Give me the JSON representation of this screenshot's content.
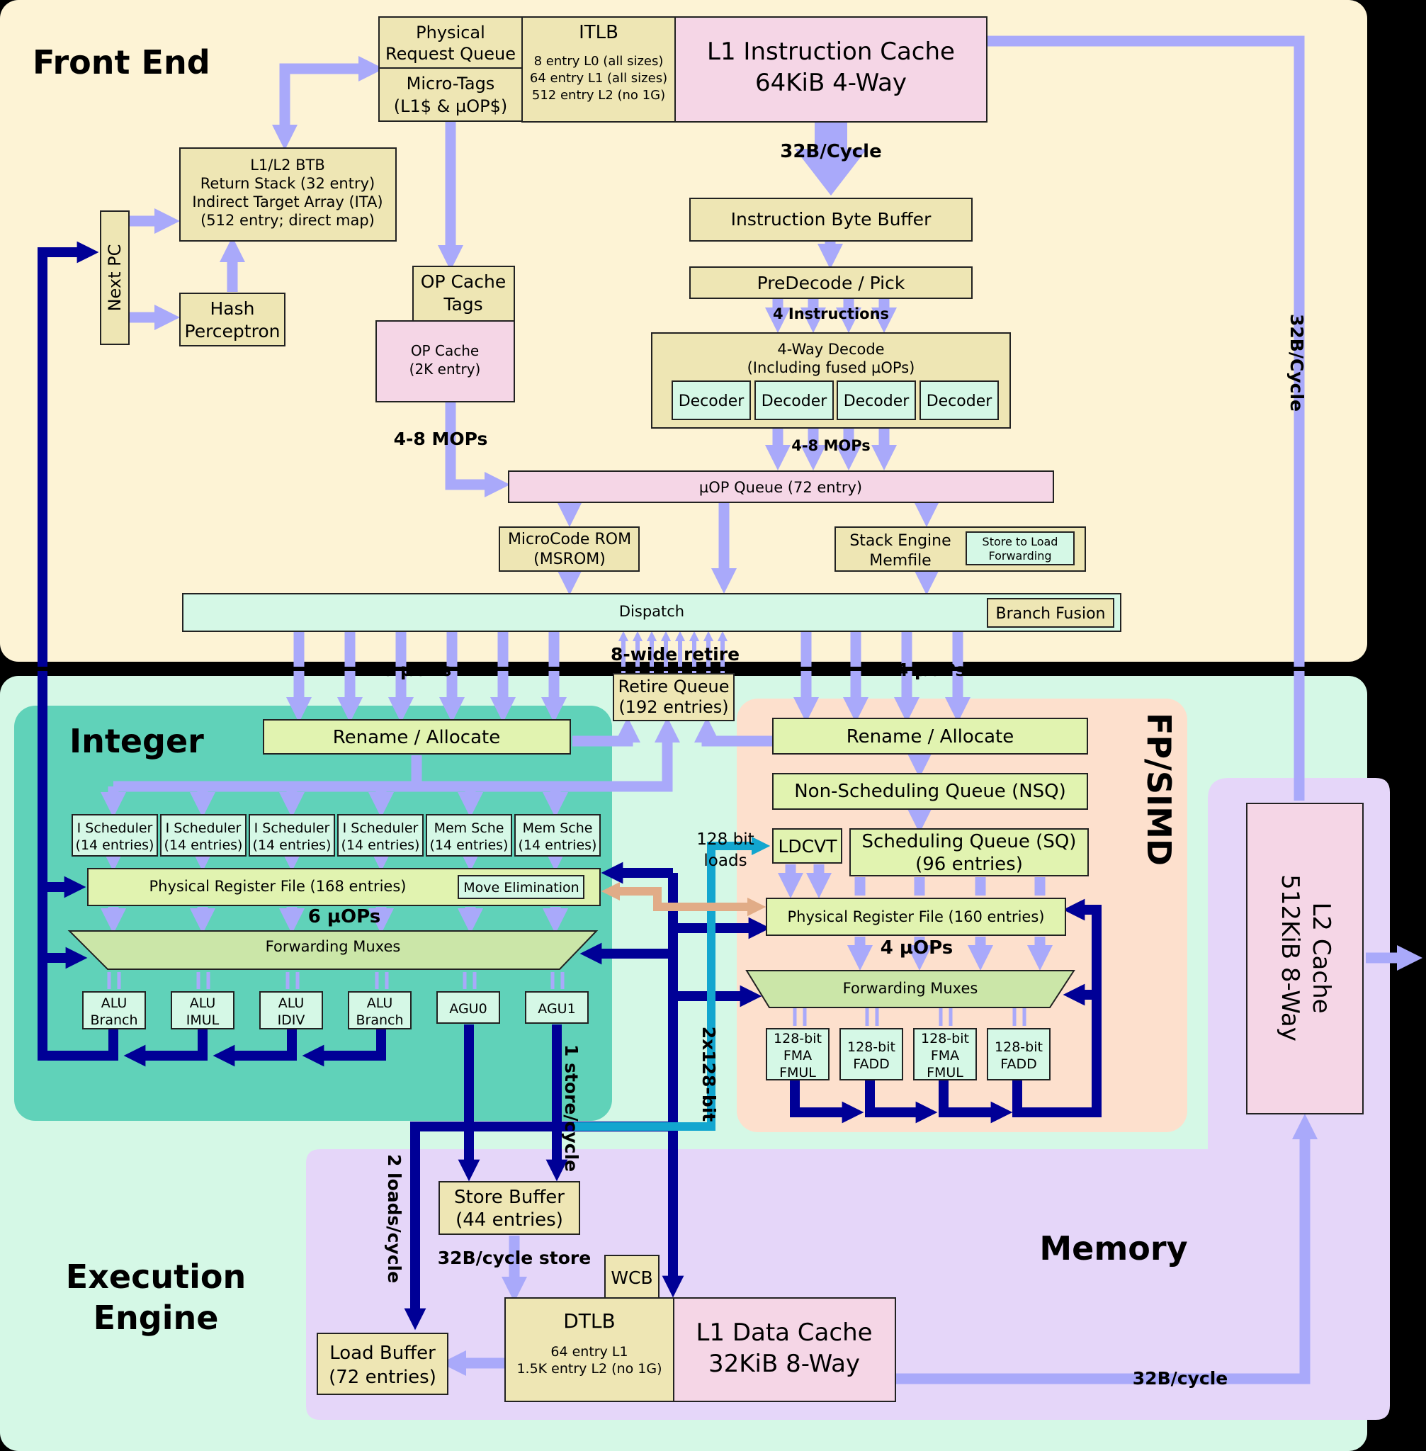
{
  "regions": {
    "front_end": "Front End",
    "execution_engine": [
      "Execution",
      "Engine"
    ],
    "integer": "Integer",
    "fp_simd": "FP/SIMD",
    "memory": "Memory"
  },
  "front_end": {
    "physical_request_queue": [
      "Physical",
      "Request Queue"
    ],
    "micro_tags": [
      "Micro-Tags",
      "(L1$ & µOP$)"
    ],
    "itlb": {
      "title": "ITLB",
      "lines": [
        "8 entry L0 (all sizes)",
        "64 entry L1 (all sizes)",
        "512 entry L2 (no 1G)"
      ]
    },
    "l1i": [
      "L1 Instruction Cache",
      "64KiB 4-Way"
    ],
    "btb": [
      "L1/L2 BTB",
      "Return Stack (32 entry)",
      "Indirect Target Array (ITA)",
      "(512 entry; direct map)"
    ],
    "next_pc": "Next PC",
    "hash_perceptron": [
      "Hash",
      "Perceptron"
    ],
    "op_cache_tags": [
      "OP Cache",
      "Tags"
    ],
    "op_cache": [
      "OP Cache",
      "(2K entry)"
    ],
    "instruction_byte_buffer": "Instruction Byte Buffer",
    "predecode": "PreDecode / Pick",
    "decode": {
      "title": [
        "4-Way Decode",
        "(Including fused µOPs)"
      ],
      "decoders": [
        "Decoder",
        "Decoder",
        "Decoder",
        "Decoder"
      ]
    },
    "uop_queue": "µOP Queue (72 entry)",
    "microcode_rom": [
      "MicroCode ROM",
      "(MSROM)"
    ],
    "stack_engine": [
      "Stack Engine",
      "Memfile"
    ],
    "store_to_load": [
      "Store to Load",
      "Forwarding"
    ],
    "dispatch": "Dispatch",
    "branch_fusion": "Branch Fusion"
  },
  "integer": {
    "rename": "Rename / Allocate",
    "schedulers": [
      [
        "I Scheduler",
        "(14 entries)"
      ],
      [
        "I Scheduler",
        "(14 entries)"
      ],
      [
        "I Scheduler",
        "(14 entries)"
      ],
      [
        "I Scheduler",
        "(14 entries)"
      ],
      [
        "Mem Sche",
        "(14 entries)"
      ],
      [
        "Mem Sche",
        "(14 entries)"
      ]
    ],
    "prf": "Physical Register File (168 entries)",
    "move_elimination": "Move Elimination",
    "forwarding_muxes": "Forwarding Muxes",
    "units": [
      [
        "ALU",
        "Branch"
      ],
      [
        "ALU",
        "IMUL"
      ],
      [
        "ALU",
        "IDIV"
      ],
      [
        "ALU",
        "Branch"
      ],
      [
        "AGU0"
      ],
      [
        "AGU1"
      ]
    ]
  },
  "retire_queue": [
    "Retire Queue",
    "(192 entries)"
  ],
  "fp": {
    "rename": "Rename / Allocate",
    "nsq": "Non-Scheduling Queue (NSQ)",
    "ldcvt": "LDCVT",
    "sq": [
      "Scheduling Queue (SQ)",
      "(96 entries)"
    ],
    "prf": "Physical Register File (160 entries)",
    "forwarding_muxes": "Forwarding Muxes",
    "units": [
      [
        "128-bit",
        "FMA",
        "FMUL"
      ],
      [
        "128-bit",
        "FADD"
      ],
      [
        "128-bit",
        "FMA",
        "FMUL"
      ],
      [
        "128-bit",
        "FADD"
      ]
    ]
  },
  "memory": {
    "store_buffer": [
      "Store Buffer",
      "(44 entries)"
    ],
    "wcb": "WCB",
    "dtlb": {
      "title": "DTLB",
      "lines": [
        "64 entry L1",
        "1.5K entry L2 (no 1G)"
      ]
    },
    "l1d": [
      "L1 Data Cache",
      "32KiB 8-Way"
    ],
    "load_buffer": [
      "Load Buffer",
      "(72 entries)"
    ],
    "l2": [
      "L2 Cache",
      "512KiB 8-Way"
    ]
  },
  "labels": {
    "l1i_bw": "32B/Cycle",
    "l2_bw_vertical": "32B/Cycle",
    "four_instructions": "4 Instructions",
    "op_cache_mops": "4-8 MOPs",
    "decode_mops": "4-8 MOPs",
    "int_uops_top": "6 µOPs",
    "fp_uops_top": "4 µOPs",
    "retire_wide": "8-wide retire",
    "int_uops_mid": "6 µOPs",
    "fp_uops_mid": "4 µOPs",
    "loads_128": [
      "128 bit",
      "loads"
    ],
    "store_per_cycle": "1 store/cycle",
    "loads_per_cycle": "2 loads/cycle",
    "bus_2x128": "2x128-bit",
    "store_bw": "32B/cycle store",
    "l1d_l2_bw": "32B/cycle"
  },
  "colors": {
    "front_end_bg": "#fdf3d5",
    "exec_bg": "#d5f8e6",
    "integer_bg": "#60d2b9",
    "fp_bg": "#fde0cd",
    "memory_bg": "#e5d6f9",
    "khaki_box": "#eee6b4",
    "pink_box": "#f5d6e6",
    "mint_box": "#d5f8e6",
    "green_box": "#e1f3b0",
    "light_arrow": "#a9a9fa",
    "dark_arrow": "#000096",
    "cyan_arrow": "#12a6cf",
    "tan_arrow": "#e1ac87"
  }
}
